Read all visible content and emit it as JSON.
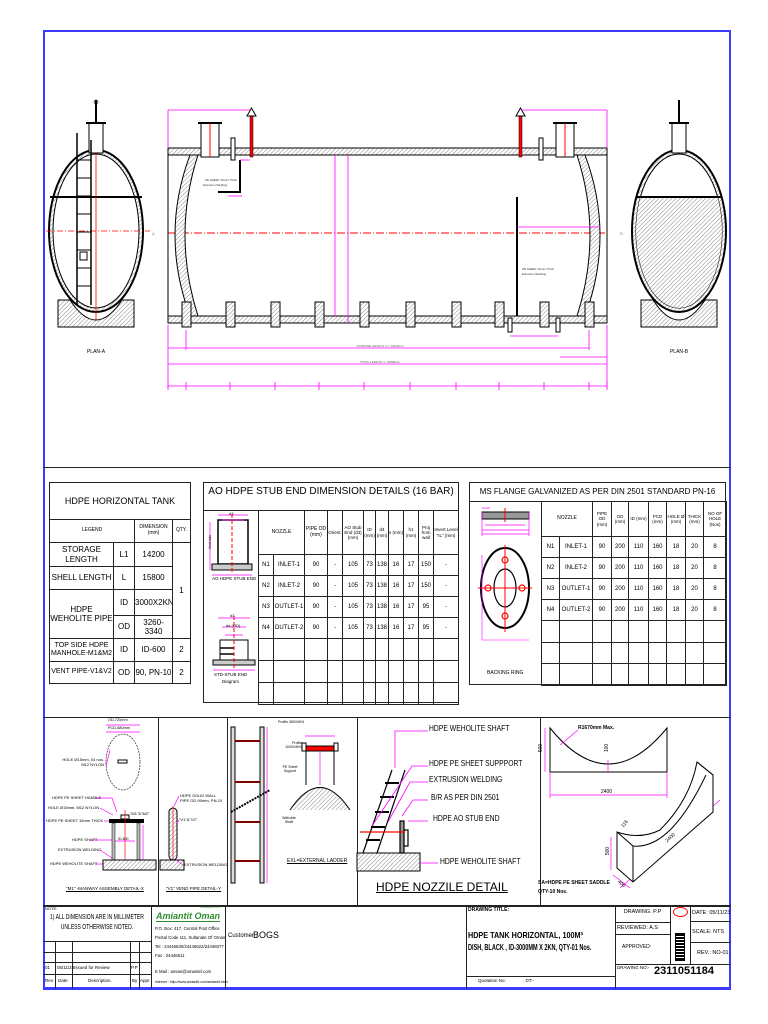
{
  "drawing": {
    "plan_a": "PLAN-A",
    "plan_b": "PLAN-B",
    "storage_dim": "STORAGE LENGTH 'L1' 14200mm",
    "total_dim": "TOTAL LENGTH 'L' 15800mm",
    "pe_sheet_note": "PE SHEET 20mm Thick",
    "extrusion_note": "Extrusion Welding",
    "section_mark_a": "A",
    "section_mark_b": "B"
  },
  "tank_table": {
    "title": "HDPE HORIZONTAL TANK",
    "headers": {
      "legend": "LEGEND",
      "dimension": "DIMENSION (mm)",
      "qty": "QTY."
    },
    "rows": [
      {
        "legend": "STORAGE LENGTH",
        "code": "L1",
        "dimension": "14200"
      },
      {
        "legend": "SHELL LENGTH",
        "code": "L",
        "dimension": "15800"
      },
      {
        "legend": "HDPE WEHOLITE PIPE",
        "code": "ID",
        "dimension": "3000X2KN",
        "code2": "OD",
        "dimension2": "3260-3340"
      },
      {
        "legend": "TOP SIDE HDPE MANHOLE-M1&M2",
        "code": "ID",
        "dimension": "ID-600",
        "qty": "2"
      },
      {
        "legend": "VENT PIPE-V1&V2",
        "code": "OD",
        "dimension": "90, PN-10",
        "qty": "2"
      }
    ],
    "qty_main": "1"
  },
  "stub_table": {
    "title": "AO HDPE STUB END DIMENSION DETAILS  (16 BAR)",
    "diagram_labels": {
      "d3": "d3",
      "id": "ID",
      "s": "s",
      "d4": "d4",
      "da": "da (OD)",
      "vent_height": "Vent side",
      "caption1": "AO HDPE STUB END",
      "caption2": "STD-STUB END",
      "caption3": "Diagram"
    },
    "headers": [
      "NOZZLE",
      "PIPE OD (mm)",
      "Orient.",
      "AO Stub End (d3) (mm)",
      "ID (mm)",
      "d4 (mm)",
      "s (mm)",
      "h1 (mm)",
      "Proj from wall",
      "Invert Level \"IL\" (mm)"
    ],
    "rows": [
      [
        "N1",
        "INLET-1",
        "90",
        "-",
        "105",
        "73",
        "138",
        "16",
        "17",
        "150",
        "-"
      ],
      [
        "N2",
        "INLET-2",
        "90",
        "-",
        "105",
        "73",
        "138",
        "16",
        "17",
        "150",
        "-"
      ],
      [
        "N3",
        "OUTLET-1",
        "90",
        "-",
        "105",
        "73",
        "138",
        "16",
        "17",
        "95",
        "-"
      ],
      [
        "N4",
        "OUTLET-2",
        "90",
        "-",
        "105",
        "73",
        "138",
        "16",
        "17",
        "95",
        "-"
      ]
    ]
  },
  "flange_table": {
    "title": "MS FLANGE GALVANIZED AS PER DIN 2501 STANDARD PN-16",
    "diagram_caption": "BACKING RING",
    "headers": [
      "NOZZLE",
      "PIPE OD (mm)",
      "OD (mm)",
      "ID (mm)",
      "PCD (mm)",
      "HOLE Ø (mm)",
      "THICK (mm)",
      "NO OF HOLE (Nos)"
    ],
    "rows": [
      [
        "N1",
        "INLET-1",
        "90",
        "200",
        "110",
        "160",
        "18",
        "20",
        "8"
      ],
      [
        "N2",
        "INLET-2",
        "90",
        "200",
        "110",
        "160",
        "18",
        "20",
        "8"
      ],
      [
        "N3",
        "OUTLET-1",
        "90",
        "200",
        "110",
        "160",
        "18",
        "20",
        "8"
      ],
      [
        "N4",
        "OUTLET-2",
        "90",
        "200",
        "110",
        "160",
        "18",
        "20",
        "8"
      ]
    ]
  },
  "details": {
    "manway": {
      "od": "OD-720mm",
      "pcd": "PCD-680mm",
      "hole_note": "HOLE Ø15mm, 04 nos. M12 NYLON",
      "handle": "HDPE PE SHEET HANDLE",
      "hole2": "HOLE Ø15mm, M12 NYLON",
      "sheet": "HDPE PE SHEET 15mm THICK",
      "shaft": "HDPE SHAFT",
      "welding": "EXTRUSION WELDING",
      "weholite": "HDPE WEHOLITE SHAFT",
      "tag": "\"M1\"&\"M2\"",
      "id": "ID-600",
      "caption": "\"M1\" -MANWAY ASSEMBLY DETAIL-X"
    },
    "vent": {
      "pipe": "HDPE SOLID WALL PIPE OD-90mm, PN-10",
      "tag": "\"V1\"&\"V2\"",
      "welding": "EXTRUSION WELDING",
      "caption": "\"V1\" VEND PIPE DETAIL-Y"
    },
    "ladder": {
      "profile1": "Profile 360X4KN",
      "profile2": "Profile 1000X4KN",
      "support": "PE Sheet Support",
      "shaft": "Weholite Shaft",
      "caption": "EXL=EXTERNAL LADDER"
    },
    "nozzle": {
      "labels": [
        "HDPE WEHOLITE SHAFT",
        "HDPE PE SHEET SUPPPORT",
        "EXTRUSION WELDING",
        "B/R AS PER DIN 2501",
        "HDPE AO STUB END",
        "HDPE WEHOLITE SHAFT"
      ],
      "caption": "HDPE NOZZILE DETAIL"
    },
    "saddle": {
      "radius": "R1670mm Max.",
      "height": "500",
      "depth": "100",
      "length": "2400",
      "iso_length": "2400",
      "iso_height": "500",
      "iso_width": "400",
      "iso_thick": "116",
      "caption1": "SA=HDPE PE SHEET SADDLE",
      "caption2": "QTY-10 Nos."
    }
  },
  "title_block": {
    "note_label": "NOTE:",
    "note_line1": "1) ALL DIMENSION ARE IN MILLIMETER",
    "note_line2": "UNLESS OTHERWISE NOTED.",
    "revision": {
      "rev": "01",
      "date": "05/11/23",
      "description": "Issued for Review",
      "by": "P.P",
      "appr": ""
    },
    "rev_headers": {
      "rev": "Rev.",
      "date": "Date.",
      "description": "Description.",
      "by": "By",
      "appr": "Appr"
    },
    "company": {
      "logo": "Amiantit Oman",
      "logo_suffix": "Company L.L.C.",
      "address1": "P.O. Box: 417, Central Post Office",
      "address2": "Postal Code 111, Sultanate Of Oman",
      "tel": "Tel : 24446630/24446622/24446077",
      "fax": "Fax : 24446611",
      "email": "E Mail : amian@omantel.com",
      "internet": "Internet : http://www.amiantit.com/amiantit.html",
      "brand_color": "#2e8b2e"
    },
    "customer_label": "Customer :",
    "customer": "BOGS",
    "drawing_title_label": "DRAWING TITLE:",
    "drawing_title_line1": "HDPE TANK HORIZONTAL, 100M³",
    "drawing_title_line2": "DISH, BLACK , ID-3000MM X 2KN, QTY-01 Nos.",
    "quotation_label": "Quotation No:",
    "dt_label": ", DT:-",
    "drawn": "DRAWING: P.P",
    "reviewed": "REVIEWED: A.S",
    "approved": "APPROVED:",
    "drawing_no_label": "DRAWING NO:-",
    "drawing_no": "2311051184",
    "date": "DATE: 05/11/23",
    "scale": "SCALE: NTS",
    "rev": "REV.: NO-01"
  },
  "colors": {
    "frame": "#3b3bff",
    "dimension": "#ff00ff",
    "centerline": "#ff0000"
  }
}
